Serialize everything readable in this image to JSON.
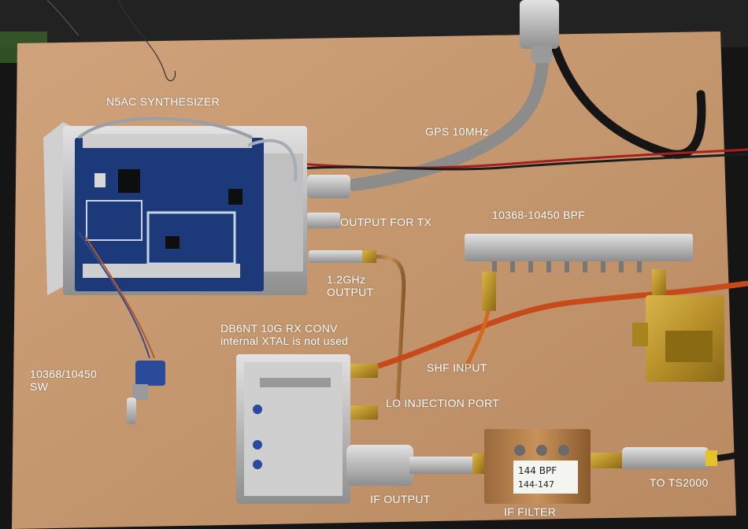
{
  "labels": {
    "synth": "N5AC SYNTHESIZER",
    "gps": "GPS 10MHz",
    "output_tx": "OUTPUT FOR TX",
    "bpf": "10368-10450 BPF",
    "out_12": "1.2GHz\nOUTPUT",
    "db6nt": "DB6NT 10G RX CONV\ninternal XTAL is not used",
    "switch": "10368/10450\nSW",
    "shf": "SHF INPUT",
    "lo": "LO INJECTION PORT",
    "if_output": "IF OUTPUT",
    "if_filter": "IF FILTER",
    "to_ts2000": "TO TS2000",
    "note_line1": "144 BPF",
    "note_line2": "144-147"
  },
  "colors": {
    "board": "#c89a72",
    "background": "#1a1a1a",
    "pcb": "#1c3a7a",
    "brass": "#b8902a",
    "label_text": "#ffffff"
  }
}
